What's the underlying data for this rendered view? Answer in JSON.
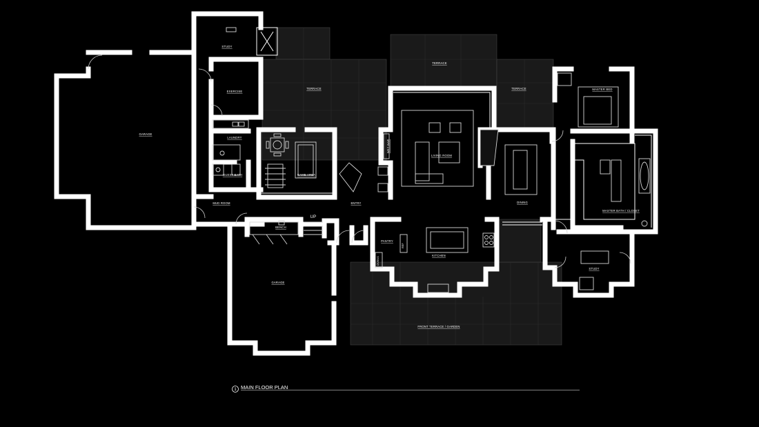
{
  "drawing": {
    "title": "MAIN FLOOR PLAN",
    "number": "1"
  },
  "rooms": {
    "garage_west": "GARAGE",
    "study_north": "STUDY",
    "exercise": "EXERCISE",
    "laundry": "LAUNDRY",
    "guest_bath": "GUEST BATH",
    "mud_room": "MUD ROOM",
    "game_area": "GAME AREA",
    "terrace_west": "TERRACE",
    "terrace_north": "TERRACE",
    "terrace_east": "TERRACE",
    "wet_bar": "WET BAR",
    "living_room": "LIVING ROOM",
    "dining": "DINING",
    "master_bed": "MASTER BED",
    "master_bath": "MASTER BATH / CLOSET",
    "entry": "ENTRY",
    "bench": "BENCH",
    "up": "UP",
    "garage_south": "GARAGE",
    "pantry": "PANTRY",
    "kitchen": "KITCHEN",
    "study_east": "STUDY",
    "front_terrace": "FRONT TERRACE / GARDEN",
    "ref": "REF",
    "ovens": "OVENS"
  },
  "colors": {
    "background": "#000000",
    "walls": "#ffffff",
    "terrace_fill": "#1a1a1a"
  }
}
